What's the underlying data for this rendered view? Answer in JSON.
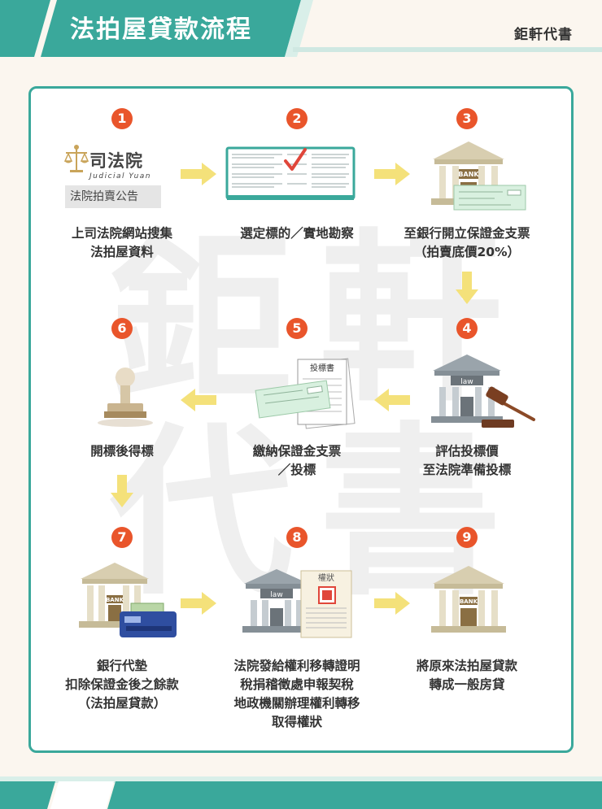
{
  "header": {
    "title": "法拍屋貸款流程",
    "brand": "鉅軒代書"
  },
  "watermark": [
    "鉅",
    "軒",
    "代",
    "書"
  ],
  "icons": {
    "judicial_cn": "司法院",
    "judicial_en": "Judicial Yuan",
    "auction_notice": "法院拍賣公告",
    "bank_sign": "BANK",
    "law_sign": "law",
    "tender_doc": "投標書",
    "title_deed": "權狀"
  },
  "steps": [
    {
      "num": "1",
      "lines": [
        "上司法院網站搜集",
        "法拍屋資料"
      ]
    },
    {
      "num": "2",
      "lines": [
        "選定標的／實地勘察"
      ]
    },
    {
      "num": "3",
      "lines": [
        "至銀行開立保證金支票",
        "（拍賣底價20%）"
      ]
    },
    {
      "num": "4",
      "lines": [
        "評估投標價",
        "至法院準備投標"
      ]
    },
    {
      "num": "5",
      "lines": [
        "繳納保證金支票",
        "／投標"
      ]
    },
    {
      "num": "6",
      "lines": [
        "開標後得標"
      ]
    },
    {
      "num": "7",
      "lines": [
        "銀行代墊",
        "扣除保證金後之餘款",
        "（法拍屋貸款）"
      ]
    },
    {
      "num": "8",
      "lines": [
        "法院發給權利移轉證明",
        "稅捐稽徵處申報契稅",
        "地政機關辦理權利轉移",
        "取得權狀"
      ]
    },
    {
      "num": "9",
      "lines": [
        "將原來法拍屋貸款",
        "轉成一般房貸"
      ]
    }
  ],
  "colors": {
    "teal": "#3aa89b",
    "number": "#e9552b",
    "arrow": "#f4e17a"
  }
}
